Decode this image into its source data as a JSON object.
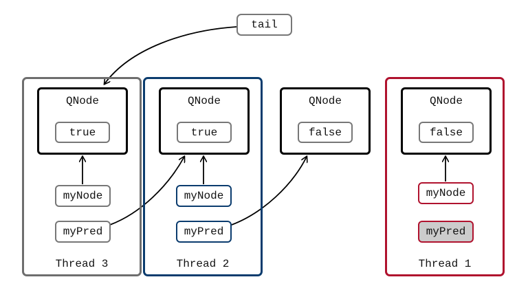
{
  "colors": {
    "thread3": "#6e6e6e",
    "thread2": "#0b3c6e",
    "thread1": "#b0122e",
    "neutral_border": "#777777",
    "black": "#000000",
    "pred_fill": "#cccccc"
  },
  "tail": {
    "label": "tail"
  },
  "qnodes": [
    {
      "title": "QNode",
      "value": "true"
    },
    {
      "title": "QNode",
      "value": "true"
    },
    {
      "title": "QNode",
      "value": "false"
    },
    {
      "title": "QNode",
      "value": "false"
    }
  ],
  "threads": [
    {
      "label": "Thread 3",
      "my_node": "myNode",
      "my_pred": "myPred"
    },
    {
      "label": "Thread 2",
      "my_node": "myNode",
      "my_pred": "myPred"
    },
    {
      "label": "Thread 1",
      "my_node": "myNode",
      "my_pred": "myPred"
    }
  ]
}
